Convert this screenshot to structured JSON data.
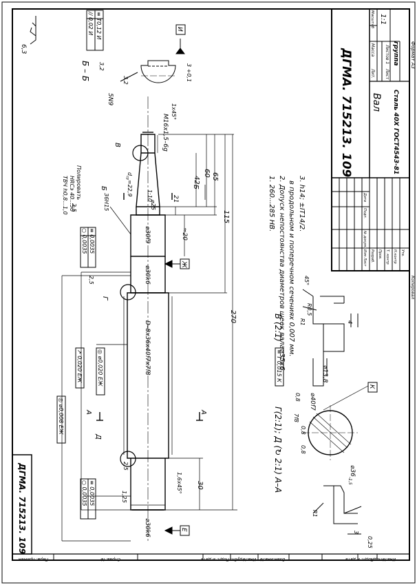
{
  "sheet": {
    "format": "Формат А3",
    "copied": "Копировал",
    "roughness_general": "6,3",
    "side_drawing_no": "ДГМА. 715213. 109"
  },
  "left_strip": {
    "perv_primen": "Перв. примен",
    "sprav_no": "Справ. №",
    "podp_data_1": "Подп. и дата",
    "inv_dubl": "Инв.№дубл.",
    "vzam_inv": "Взам.инв.№",
    "podp_data_2": "Подп. и дата",
    "inv_podl": "Инв.№подл."
  },
  "title_block": {
    "drawing_no": "ДГМА. 715213. 109",
    "part_name": "Вал",
    "material": "Сталь 40Х ГОСТ4543-81",
    "group": "группа",
    "lit": "Лит.",
    "massa": "Масса",
    "masshtab": "Масштаб",
    "scale": "1:1",
    "list": "Лист",
    "listov": "Листов 1",
    "izm": "Изм Лист",
    "doc_no": "№ докум.",
    "podp": "Подп.",
    "data": "Дата",
    "razrab": "Разраб.",
    "prov": "Пров.",
    "t_kontr": "Т. контр",
    "n_kontr": "Н.контр",
    "utv": "Утв."
  },
  "notes": [
    "1. 260...285 НВ.",
    "2. Допуск непостоянства диаметров шеек вала⌀35к6",
    "в продольном и поперечном сечениях 0,007 мм.",
    "3. h14; ±IT14/2."
  ],
  "section_bb": {
    "label": "Б – Б",
    "key": "5N9",
    "depth": "3 +0,1",
    "rough1": "3,2",
    "rough2": "3,2",
    "ref": "И"
  },
  "tolerance_frames": [
    {
      "sym": "//",
      "val": "0,02",
      "base": "И"
    },
    {
      "sym": "≡",
      "val": "T0,12",
      "base": "И"
    },
    {
      "sym": "○",
      "val": "0,0035",
      "base": ""
    },
    {
      "sym": "≡",
      "val": "0,0035",
      "base": ""
    },
    {
      "sym": "◎",
      "val": "⌀0,008",
      "base": "ЕЖ"
    },
    {
      "sym": "↗",
      "val": "0,020",
      "base": "ЕЖ"
    },
    {
      "sym": "◎",
      "val": "⌀0,020",
      "base": "ЕЖ"
    },
    {
      "sym": "○",
      "val": "0,0035",
      "base": ""
    },
    {
      "sym": "≡",
      "val": "0,0035",
      "base": ""
    },
    {
      "sym": "≡",
      "val": "T 0,015",
      "base": "К"
    }
  ],
  "shaft": {
    "thread": "M16x1,5–6g",
    "chamfer_top": "1x45°",
    "keyway": "36H15",
    "dcp": "d",
    "dcp_sub": "cp",
    "dcp_val": "=22,9",
    "taper": "1:10",
    "d25": "⌀25",
    "hardening": "ТВЧ h0,8...1,0",
    "hrc": "HRCэ 40...50",
    "polish": "Полировать",
    "rough_25": "2,5",
    "d30f9": "⌀30f9",
    "d30k6_upper": "⌀30k6",
    "d30k6_lower": "⌀30k6",
    "approx20": "≈20",
    "spline": "D–8x36x40f7x7f8",
    "chamfer_bottom": "1,6x45°",
    "r125": "1,25",
    "r25_upper": "2,5",
    "r25_lower": "2,5",
    "label_b": "Б",
    "label_b2": "Б",
    "label_v": "В",
    "label_g": "Г",
    "label_d": "Д",
    "label_a": "А",
    "label_a2": "А",
    "base_zh": "Ж",
    "base_e": "Е"
  },
  "dimensions": {
    "d42": "42",
    "d60": "60",
    "d65": "65",
    "d21": "21",
    "d115": "115",
    "d270": "270",
    "d30": "30"
  },
  "detail_v": {
    "title": "В (2:1)",
    "r05": "R0,5",
    "r1": "R1",
    "a45": "45°",
    "w4": "4",
    "d138": "⌀13,8"
  },
  "section_aa": {
    "title": "Г(2:1);  Д (↻ 2:1)   А–А",
    "d40f7": "⌀40f7",
    "d36": "⌀36",
    "d36_tol": "-1,5",
    "v08a": "0,8",
    "v08b": "0,8",
    "v08c": "0,8",
    "v7f8": "7f8",
    "ref_k": "К"
  },
  "detail_g": {
    "r1": "R1",
    "v3": "3",
    "v025": "0,25"
  }
}
